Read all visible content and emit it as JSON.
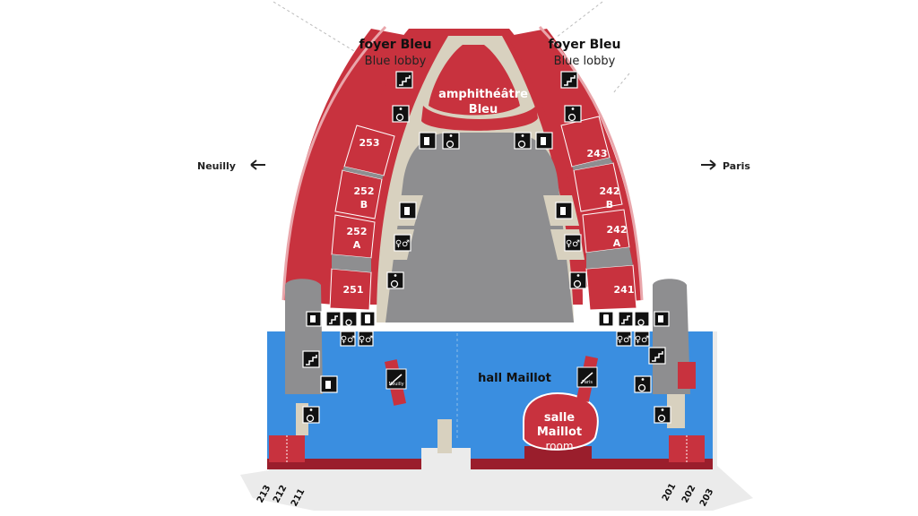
{
  "colors": {
    "red": "#c8323e",
    "dark_red": "#9a1e2c",
    "grey": "#8e8e90",
    "beige": "#d8d1bf",
    "blue": "#3a8ee0",
    "light_grey": "#ebebeb"
  },
  "labels": {
    "foyer_left_fr": "foyer Bleu",
    "foyer_left_en": "Blue lobby",
    "foyer_right_fr": "foyer Bleu",
    "foyer_right_en": "Blue lobby",
    "amphi_line1": "amphithéâtre",
    "amphi_line2": "Bleu",
    "hall": "hall Maillot",
    "salle_line1": "salle",
    "salle_line2": "Maillot",
    "salle_line3": "room",
    "neuilly": "Neuilly",
    "paris": "Paris",
    "sign_neuilly": "Neuilly",
    "sign_paris": "Paris"
  },
  "rooms_left": {
    "r253": "253",
    "r252b_num": "252",
    "r252b_letter": "B",
    "r252a_num": "252",
    "r252a_letter": "A",
    "r251": "251"
  },
  "rooms_right": {
    "r243": "243",
    "r242b_num": "242",
    "r242b_letter": "B",
    "r242a_num": "242",
    "r242a_letter": "A",
    "r241": "241"
  },
  "rooms_bottom": {
    "r213": "213",
    "r212": "212",
    "r211": "211",
    "r201": "201",
    "r202": "202",
    "r203": "203"
  },
  "icons": {
    "stairs": "stairs-icon",
    "wheelchair": "wheelchair-icon",
    "elevator": "elevator-icon",
    "toilets": "toilets-icon",
    "escalator": "escalator-icon",
    "cloakroom": "cloakroom-icon"
  }
}
